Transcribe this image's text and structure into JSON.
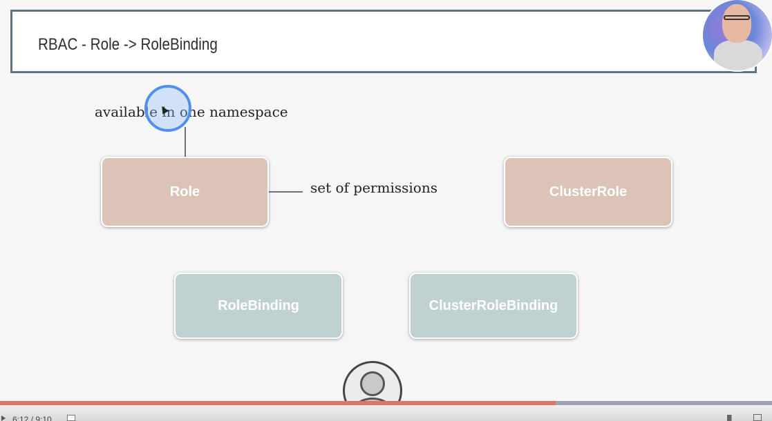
{
  "slide": {
    "title": "RBAC - Role -> RoleBinding",
    "annotation_available": "available in one namespace",
    "annotation_permissions": "set of permissions",
    "boxes": {
      "role": "Role",
      "cluster_role": "ClusterRole",
      "role_binding": "RoleBinding",
      "cluster_role_binding": "ClusterRoleBinding"
    },
    "colors": {
      "role_box": "#dbc3b8",
      "binding_box": "#bfd1d0",
      "title_border": "#5f7383",
      "cursor_highlight": "#4f8ff0"
    }
  },
  "player": {
    "time": "6:12 / 9:10",
    "progress_fraction": 0.72,
    "progress_color": "#e0746b"
  },
  "icons": {
    "play": "play-icon",
    "transcript": "transcript-icon",
    "volume": "volume-icon",
    "fullscreen": "fullscreen-icon",
    "webcam": "presenter-webcam",
    "avatar": "user-avatar-icon"
  }
}
